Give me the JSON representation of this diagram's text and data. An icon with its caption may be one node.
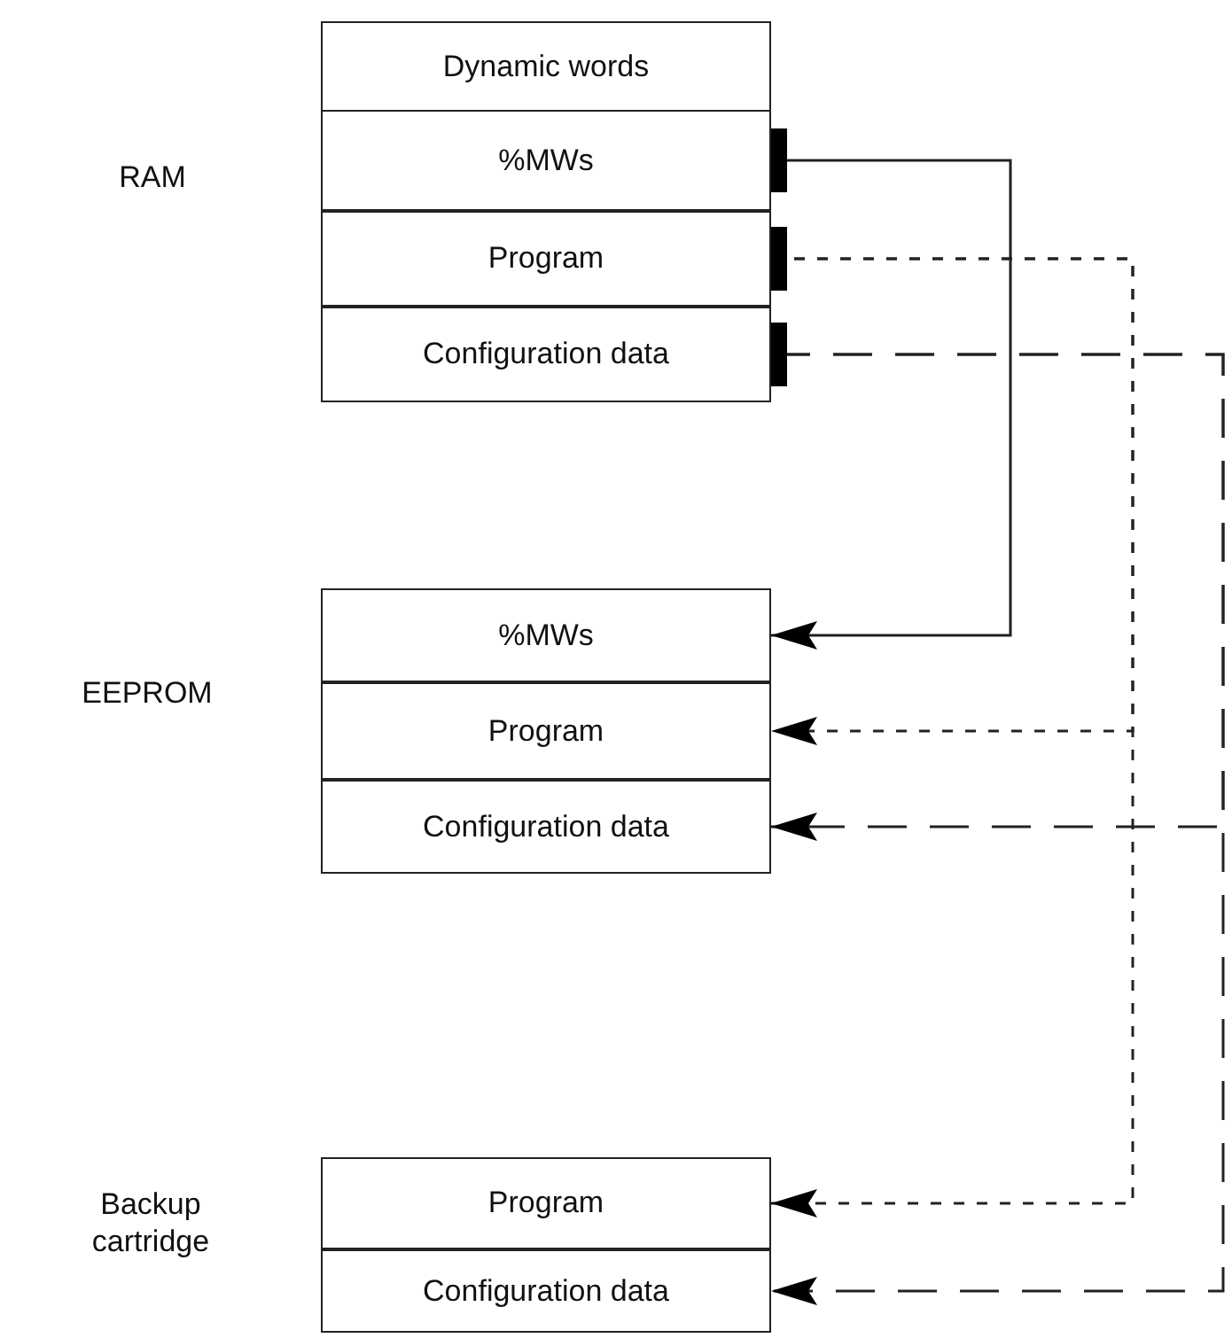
{
  "diagram": {
    "nodes": [
      {
        "text": [
          "Dynamic words"
        ]
      },
      {
        "text": [
          "%MWs"
        ]
      },
      {
        "text": [
          "Program"
        ]
      },
      {
        "text": [
          "Configuration data"
        ]
      },
      {
        "text": [
          "%MWs"
        ]
      },
      {
        "text": [
          "Program"
        ]
      },
      {
        "text": [
          "Configuration data"
        ]
      },
      {
        "text": [
          "Program"
        ]
      },
      {
        "text": [
          "Configuration data"
        ]
      }
    ],
    "edges": [
      {
        "from": 1,
        "to": 4,
        "arrow": "to"
      },
      {
        "from": 2,
        "to": 5,
        "arrow": "to",
        "style": "dashed"
      },
      {
        "from": 2,
        "to": 7,
        "arrow": "to",
        "style": "dashed"
      },
      {
        "from": 3,
        "to": 6,
        "arrow": "to",
        "style": "dashed"
      },
      {
        "from": 3,
        "to": 8,
        "arrow": "to",
        "style": "dashed"
      }
    ],
    "labels": [
      "RAM",
      "EEPROM",
      "Backup cartridge"
    ]
  }
}
